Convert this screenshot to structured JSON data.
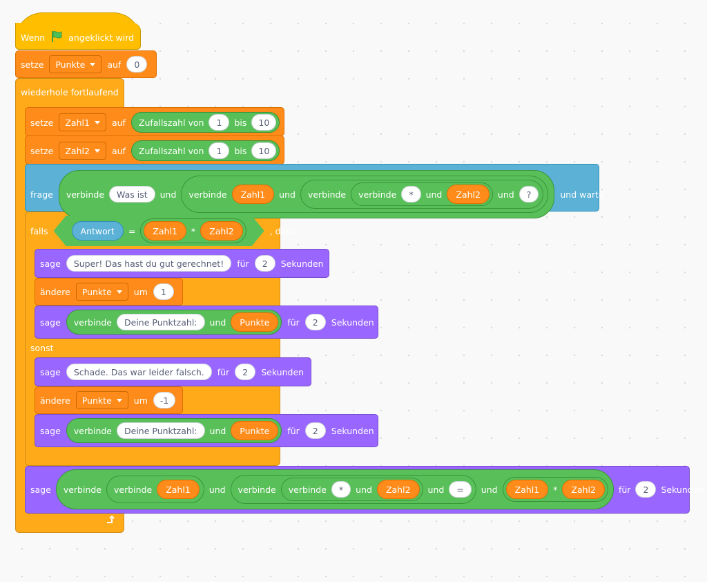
{
  "script": {
    "hat": {
      "text_before": "Wenn",
      "flag_icon": "green-flag-icon",
      "text_after": "angeklickt wird"
    },
    "set_punkte": {
      "label": "setze",
      "var": "Punkte",
      "to": "auf",
      "value": "0"
    },
    "forever": {
      "label": "wiederhole fortlaufend",
      "loop_icon": "loop-arrow-icon"
    },
    "set_zahl1": {
      "label": "setze",
      "var": "Zahl1",
      "to": "auf",
      "random": "Zufallszahl von",
      "from": "1",
      "bis": "bis",
      "max": "10"
    },
    "set_zahl2": {
      "label": "setze",
      "var": "Zahl2",
      "to": "auf",
      "random": "Zufallszahl von",
      "from": "1",
      "bis": "bis",
      "max": "10"
    },
    "ask": {
      "label": "frage",
      "join": "verbinde",
      "was_ist": "Was ist",
      "und": "und",
      "zahl1": "Zahl1",
      "star": "*",
      "zahl2": "Zahl2",
      "question": "?",
      "wait": "und warte"
    },
    "if": {
      "label": "falls",
      "answer": "Antwort",
      "eq": "=",
      "zahl1": "Zahl1",
      "star": "*",
      "zahl2": "Zahl2",
      "then": ", dann"
    },
    "say_super": {
      "label": "sage",
      "message": "Super! Das hast du gut gerechnet!",
      "for": "für",
      "secs": "2",
      "unit": "Sekunden"
    },
    "change_plus": {
      "label": "ändere",
      "var": "Punkte",
      "by": "um",
      "value": "1"
    },
    "say_score1": {
      "label": "sage",
      "join": "verbinde",
      "text": "Deine Punktzahl:",
      "und": "und",
      "var": "Punkte",
      "for": "für",
      "secs": "2",
      "unit": "Sekunden"
    },
    "else": {
      "label": "sonst"
    },
    "say_schade": {
      "label": "sage",
      "message": "Schade. Das war leider falsch.",
      "for": "für",
      "secs": "2",
      "unit": "Sekunden"
    },
    "change_minus": {
      "label": "ändere",
      "var": "Punkte",
      "by": "um",
      "value": "-1"
    },
    "say_score2": {
      "label": "sage",
      "join": "verbinde",
      "text": "Deine Punktzahl:",
      "und": "und",
      "var": "Punkte",
      "for": "für",
      "secs": "2",
      "unit": "Sekunden"
    },
    "say_solution": {
      "label": "sage",
      "join": "verbinde",
      "zahl1": "Zahl1",
      "und": "und",
      "star": "*",
      "zahl2": "Zahl2",
      "eq": "=",
      "star2": "*",
      "for": "für",
      "secs": "2",
      "unit": "Sekunden"
    }
  },
  "colors": {
    "events": "#ffbf00",
    "variables": "#ff8c1a",
    "control": "#ffab19",
    "sensing": "#5cb1d6",
    "looks": "#9966ff",
    "operators": "#59c059"
  }
}
